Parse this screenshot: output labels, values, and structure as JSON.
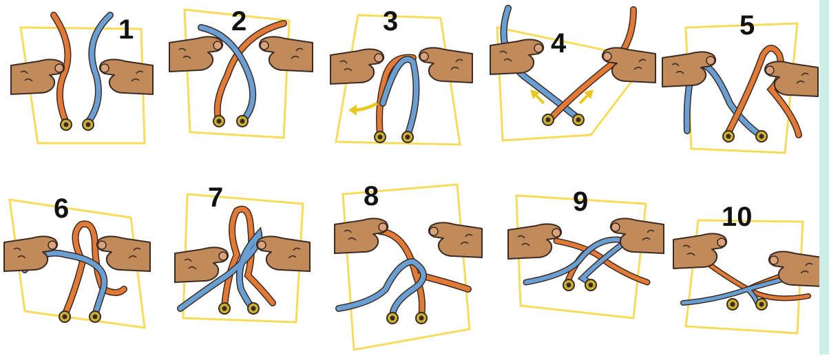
{
  "steps": [
    {
      "number": "1"
    },
    {
      "number": "2"
    },
    {
      "number": "3"
    },
    {
      "number": "4"
    },
    {
      "number": "5"
    },
    {
      "number": "6"
    },
    {
      "number": "7"
    },
    {
      "number": "8"
    },
    {
      "number": "9"
    },
    {
      "number": "10"
    }
  ],
  "colors": {
    "frame": "#f6dc5a",
    "orange_lace": "#e07a36",
    "blue_lace": "#6a9fd3",
    "lace_outline": "#3a2a22",
    "skin": "#c08a5a",
    "eyelet": "#c9b233",
    "arrow": "#e8c820",
    "background": "#ffffff",
    "right_rail": "#cfeee7"
  }
}
